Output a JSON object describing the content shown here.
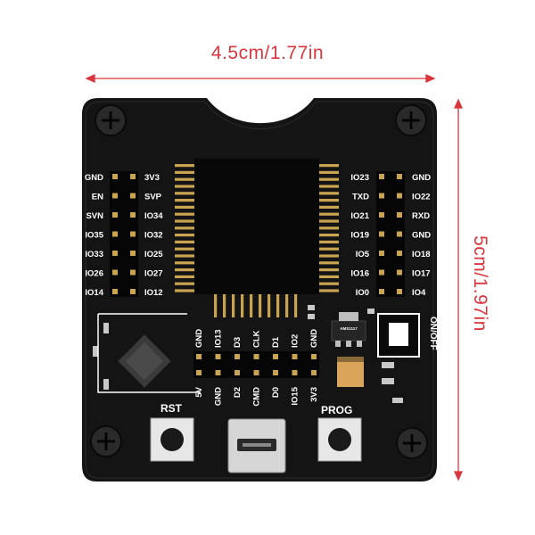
{
  "dimensions": {
    "width_label": "4.5cm/1.77in",
    "height_label": "5cm/1.97in",
    "line_color": "#d9363e"
  },
  "board": {
    "left_pins_outer": [
      "GND",
      "EN",
      "SVN",
      "IO35",
      "IO33",
      "IO26",
      "IO14"
    ],
    "left_pins_inner": [
      "3V3",
      "SVP",
      "IO34",
      "IO32",
      "IO25",
      "IO27",
      "IO12"
    ],
    "right_pins_inner": [
      "IO23",
      "TXD",
      "IO21",
      "IO19",
      "IO5",
      "IO16",
      "IO0"
    ],
    "right_pins_outer": [
      "GND",
      "IO22",
      "RXD",
      "GND",
      "IO18",
      "IO17",
      "IO4"
    ],
    "top_header": [
      "GND",
      "IO13",
      "D3",
      "CLK",
      "D1",
      "IO2",
      "GND"
    ],
    "bottom_header": [
      "5V",
      "GND",
      "D2",
      "CMD",
      "D0",
      "IO15",
      "3V3"
    ],
    "rst_label": "RST",
    "prog_label": "PROG",
    "switch_label": "ON/OFF",
    "chip_text": "AMS1117"
  },
  "colors": {
    "pcb": "#141414",
    "silkscreen": "#ffffff",
    "gold": "#c9a451"
  }
}
